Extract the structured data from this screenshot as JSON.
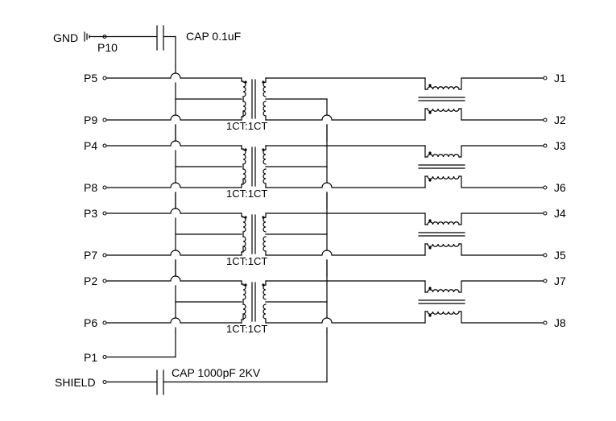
{
  "schematic": {
    "gnd_label": "GND",
    "p10_label": "P10",
    "cap_top_label": "CAP  0.1uF",
    "cap_bottom_label": "CAP  1000pF  2KV",
    "shield_label": "SHIELD",
    "p1_label": "P1",
    "transformer_ratio": "1CT:1CT",
    "channels": [
      {
        "top_pin": "P5",
        "bottom_pin": "P9",
        "right_top": "J1",
        "right_bottom": "J2",
        "ratio": "1CT:1CT"
      },
      {
        "top_pin": "P4",
        "bottom_pin": "P8",
        "right_top": "J3",
        "right_bottom": "J6",
        "ratio": "1CT:1CT"
      },
      {
        "top_pin": "P3",
        "bottom_pin": "P7",
        "right_top": "J4",
        "right_bottom": "J5",
        "ratio": "1CT:1CT"
      },
      {
        "top_pin": "P2",
        "bottom_pin": "P6",
        "right_top": "J7",
        "right_bottom": "J8",
        "ratio": "1CT:1CT"
      }
    ]
  }
}
